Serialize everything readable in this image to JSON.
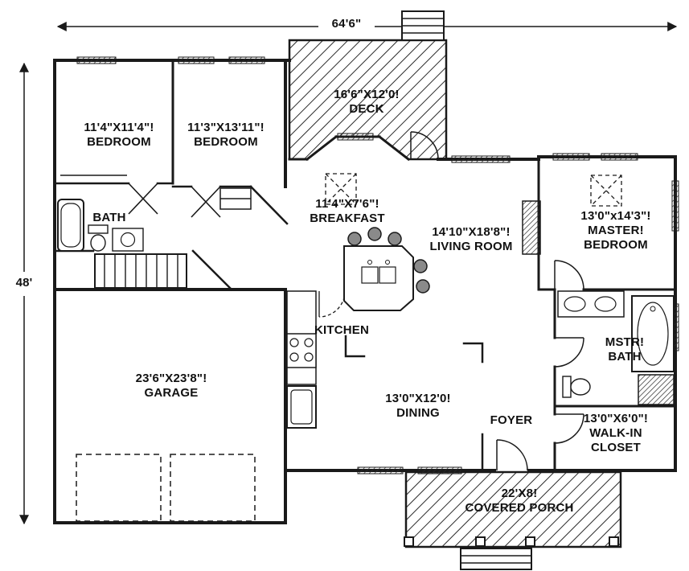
{
  "dims": {
    "width": "64'6\"",
    "height": "48'"
  },
  "rooms": {
    "bedroom_a": {
      "size": "11'4\"X11'4\"!",
      "name": "BEDROOM"
    },
    "bedroom_b": {
      "size": "11'3\"X13'11\"!",
      "name": "BEDROOM"
    },
    "deck": {
      "size": "16'6\"X12'0!",
      "name": "DECK"
    },
    "breakfast": {
      "size": "11'4\"X7'6\"!",
      "name": "BREAKFAST"
    },
    "living": {
      "size": "14'10\"X18'8\"!",
      "name": "LIVING ROOM"
    },
    "master": {
      "size": "13'0\"x14'3\"!",
      "line2": "MASTER!",
      "line3": "BEDROOM"
    },
    "bath": {
      "name": "BATH"
    },
    "kitchen": {
      "name": "KITCHEN"
    },
    "garage": {
      "size": "23'6\"X23'8\"!",
      "name": "GARAGE"
    },
    "dining": {
      "size": "13'0\"X12'0!",
      "name": "DINING"
    },
    "foyer": {
      "name": "FOYER"
    },
    "mstr_bath": {
      "line1": "MSTR!",
      "line2": "BATH"
    },
    "closet": {
      "size": "13'0\"X6'0\"!",
      "line2": "WALK-IN",
      "line3": "CLOSET"
    },
    "porch": {
      "size": "22'X8!",
      "name": "COVERED PORCH"
    }
  },
  "colors": {
    "line": "#1a1a1a",
    "background": "#ffffff"
  }
}
